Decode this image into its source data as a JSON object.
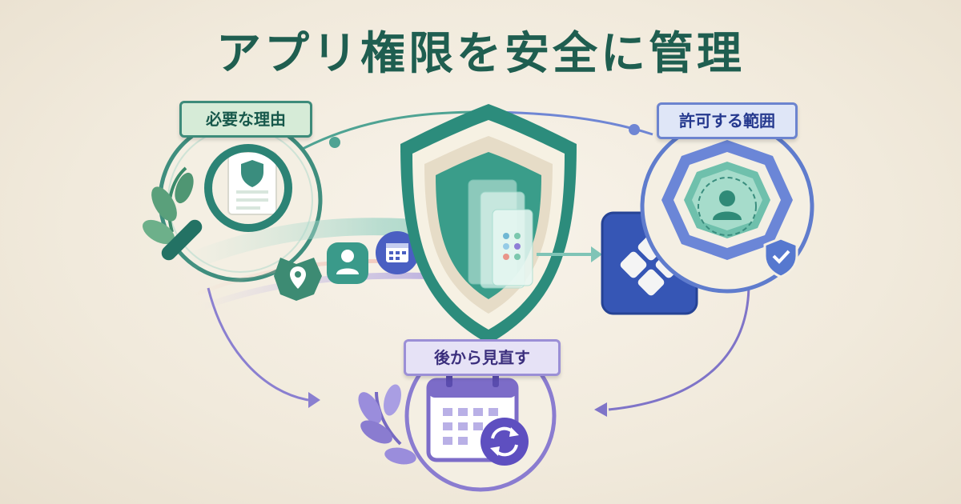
{
  "title": "アプリ権限を安全に管理",
  "labels": {
    "reason": "必要な理由",
    "scope": "許可する範囲",
    "review": "後から見直す"
  },
  "icons": [
    "magnifier-document-icon",
    "leaf-icon",
    "shield-icon",
    "location-pin-icon",
    "person-icon",
    "calendar-icon",
    "image-icon",
    "app-icon",
    "user-scope-icon",
    "check-shield-icon",
    "calendar-refresh-icon"
  ],
  "colors": {
    "teal": "#2e8a7a",
    "blue": "#3f5bb8",
    "purple": "#8a7cd0",
    "cream": "#f1eadc"
  }
}
